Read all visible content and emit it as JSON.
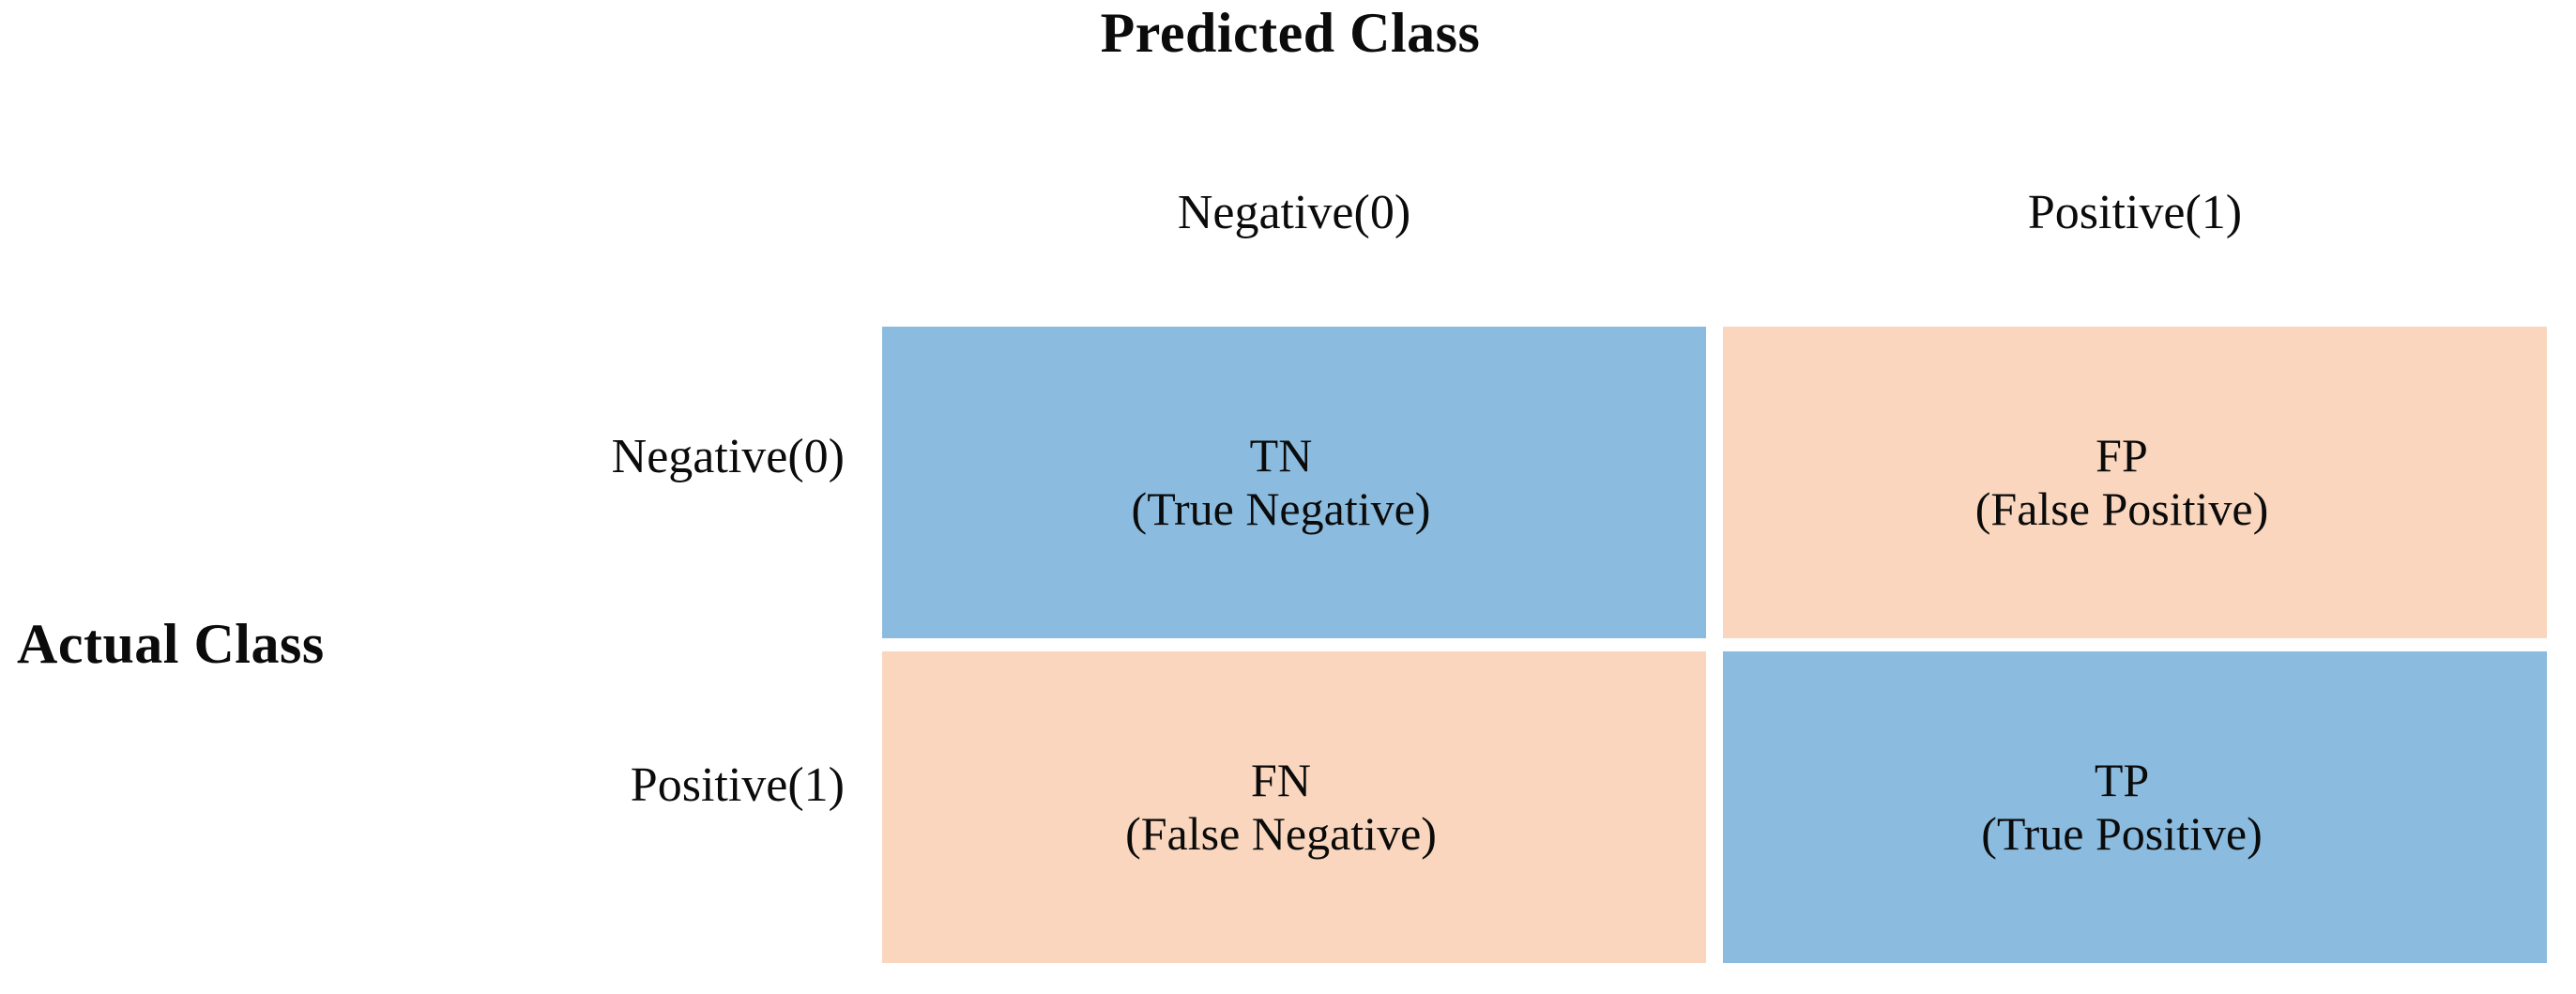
{
  "figure": {
    "kind": "confusion-matrix",
    "top_axis_title": "Predicted Class",
    "left_axis_title": "Actual Class",
    "colors": {
      "blue": "#8BBCDF",
      "peach": "#F9D6BD",
      "background": "#FFFFFF",
      "text": "#0B0B0B"
    }
  },
  "chart_data": {
    "type": "table",
    "title": "Predicted Class",
    "xlabel": "Predicted Class",
    "ylabel": "Actual Class",
    "col_headers": [
      "Negative(0)",
      "Positive(1)"
    ],
    "row_headers": [
      "Negative(0)",
      "Positive(1)"
    ],
    "cells": [
      [
        {
          "abbr": "TN",
          "full": "(True Negative)",
          "color": "#8BBCDF",
          "row": "Negative(0)",
          "col": "Negative(0)"
        },
        {
          "abbr": "FP",
          "full": "(False Positive)",
          "color": "#F9D6BD",
          "row": "Negative(0)",
          "col": "Positive(1)"
        }
      ],
      [
        {
          "abbr": "FN",
          "full": "(False Negative)",
          "color": "#F9D6BD",
          "row": "Positive(1)",
          "col": "Negative(0)"
        },
        {
          "abbr": "TP",
          "full": "(True Positive)",
          "color": "#8BBCDF",
          "row": "Positive(1)",
          "col": "Positive(1)"
        }
      ]
    ],
    "legend": [],
    "grid": false
  }
}
